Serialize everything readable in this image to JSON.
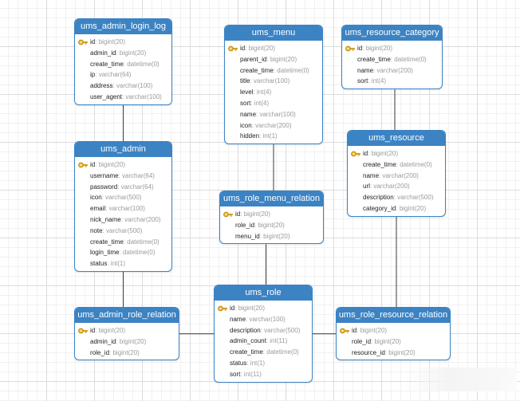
{
  "entities": [
    {
      "id": "ums_admin_login_log",
      "title": "ums_admin_login_log",
      "fields": [
        {
          "name": "id",
          "type": "bigint(20)",
          "pk": true
        },
        {
          "name": "admin_id",
          "type": "bigint(20)"
        },
        {
          "name": "create_time",
          "type": "datetime(0)"
        },
        {
          "name": "ip",
          "type": "varchar(64)"
        },
        {
          "name": "address",
          "type": "varchar(100)"
        },
        {
          "name": "user_agent",
          "type": "varchar(100)"
        }
      ]
    },
    {
      "id": "ums_menu",
      "title": "ums_menu",
      "fields": [
        {
          "name": "id",
          "type": "bigint(20)",
          "pk": true
        },
        {
          "name": "parent_id",
          "type": "bigint(20)"
        },
        {
          "name": "create_time",
          "type": "datetime(0)"
        },
        {
          "name": "title",
          "type": "varchar(100)"
        },
        {
          "name": "level",
          "type": "int(4)"
        },
        {
          "name": "sort",
          "type": "int(4)"
        },
        {
          "name": "name",
          "type": "varchar(100)"
        },
        {
          "name": "icon",
          "type": "varchar(200)"
        },
        {
          "name": "hidden",
          "type": "int(1)"
        }
      ]
    },
    {
      "id": "ums_resource_category",
      "title": "ums_resource_category",
      "fields": [
        {
          "name": "id",
          "type": "bigint(20)",
          "pk": true
        },
        {
          "name": "create_time",
          "type": "datetime(0)"
        },
        {
          "name": "name",
          "type": "varchar(200)"
        },
        {
          "name": "sort",
          "type": "int(4)"
        }
      ]
    },
    {
      "id": "ums_admin",
      "title": "ums_admin",
      "fields": [
        {
          "name": "id",
          "type": "bigint(20)",
          "pk": true
        },
        {
          "name": "username",
          "type": "varchar(64)"
        },
        {
          "name": "password",
          "type": "varchar(64)"
        },
        {
          "name": "icon",
          "type": "varchar(500)"
        },
        {
          "name": "email",
          "type": "varchar(100)"
        },
        {
          "name": "nick_name",
          "type": "varchar(200)"
        },
        {
          "name": "note",
          "type": "varchar(500)"
        },
        {
          "name": "create_time",
          "type": "datetime(0)"
        },
        {
          "name": "login_time",
          "type": "datetime(0)"
        },
        {
          "name": "status",
          "type": "int(1)"
        }
      ]
    },
    {
      "id": "ums_resource",
      "title": "ums_resource",
      "fields": [
        {
          "name": "id",
          "type": "bigint(20)",
          "pk": true
        },
        {
          "name": "create_time",
          "type": "datetime(0)"
        },
        {
          "name": "name",
          "type": "varchar(200)"
        },
        {
          "name": "url",
          "type": "varchar(200)"
        },
        {
          "name": "description",
          "type": "varchar(500)"
        },
        {
          "name": "category_id",
          "type": "bigint(20)"
        }
      ]
    },
    {
      "id": "ums_role_menu_relation",
      "title": "ums_role_menu_relation",
      "fields": [
        {
          "name": "id",
          "type": "bigint(20)",
          "pk": true
        },
        {
          "name": "role_id",
          "type": "bigint(20)"
        },
        {
          "name": "menu_id",
          "type": "bigint(20)"
        }
      ]
    },
    {
      "id": "ums_role",
      "title": "ums_role",
      "fields": [
        {
          "name": "id",
          "type": "bigint(20)",
          "pk": true
        },
        {
          "name": "name",
          "type": "varchar(100)"
        },
        {
          "name": "description",
          "type": "varchar(500)"
        },
        {
          "name": "admin_count",
          "type": "int(11)"
        },
        {
          "name": "create_time",
          "type": "datetime(0)"
        },
        {
          "name": "status",
          "type": "int(1)"
        },
        {
          "name": "sort",
          "type": "int(11)"
        }
      ]
    },
    {
      "id": "ums_admin_role_relation",
      "title": "ums_admin_role_relation",
      "fields": [
        {
          "name": "id",
          "type": "bigint(20)",
          "pk": true
        },
        {
          "name": "admin_id",
          "type": "bigint(20)"
        },
        {
          "name": "role_id",
          "type": "bigint(20)"
        }
      ]
    },
    {
      "id": "ums_role_resource_relation",
      "title": "ums_role_resource_relation",
      "fields": [
        {
          "name": "id",
          "type": "bigint(20)",
          "pk": true
        },
        {
          "name": "role_id",
          "type": "bigint(20)"
        },
        {
          "name": "resource_id",
          "type": "bigint(20)"
        }
      ]
    }
  ],
  "relations": [
    {
      "from": "ums_admin_login_log",
      "to": "ums_admin"
    },
    {
      "from": "ums_admin",
      "to": "ums_admin_role_relation"
    },
    {
      "from": "ums_menu",
      "to": "ums_role_menu_relation"
    },
    {
      "from": "ums_role_menu_relation",
      "to": "ums_role"
    },
    {
      "from": "ums_admin_role_relation",
      "to": "ums_role"
    },
    {
      "from": "ums_role",
      "to": "ums_role_resource_relation"
    },
    {
      "from": "ums_resource_category",
      "to": "ums_resource"
    },
    {
      "from": "ums_resource",
      "to": "ums_role_resource_relation"
    }
  ],
  "colors": {
    "header": "#3c83c4",
    "border": "#3c83c4",
    "line": "#3a3a3a",
    "type_text": "#9a9a9a",
    "key_icon": "#e8b52a"
  },
  "icons": {
    "primary_key": "key-icon"
  }
}
